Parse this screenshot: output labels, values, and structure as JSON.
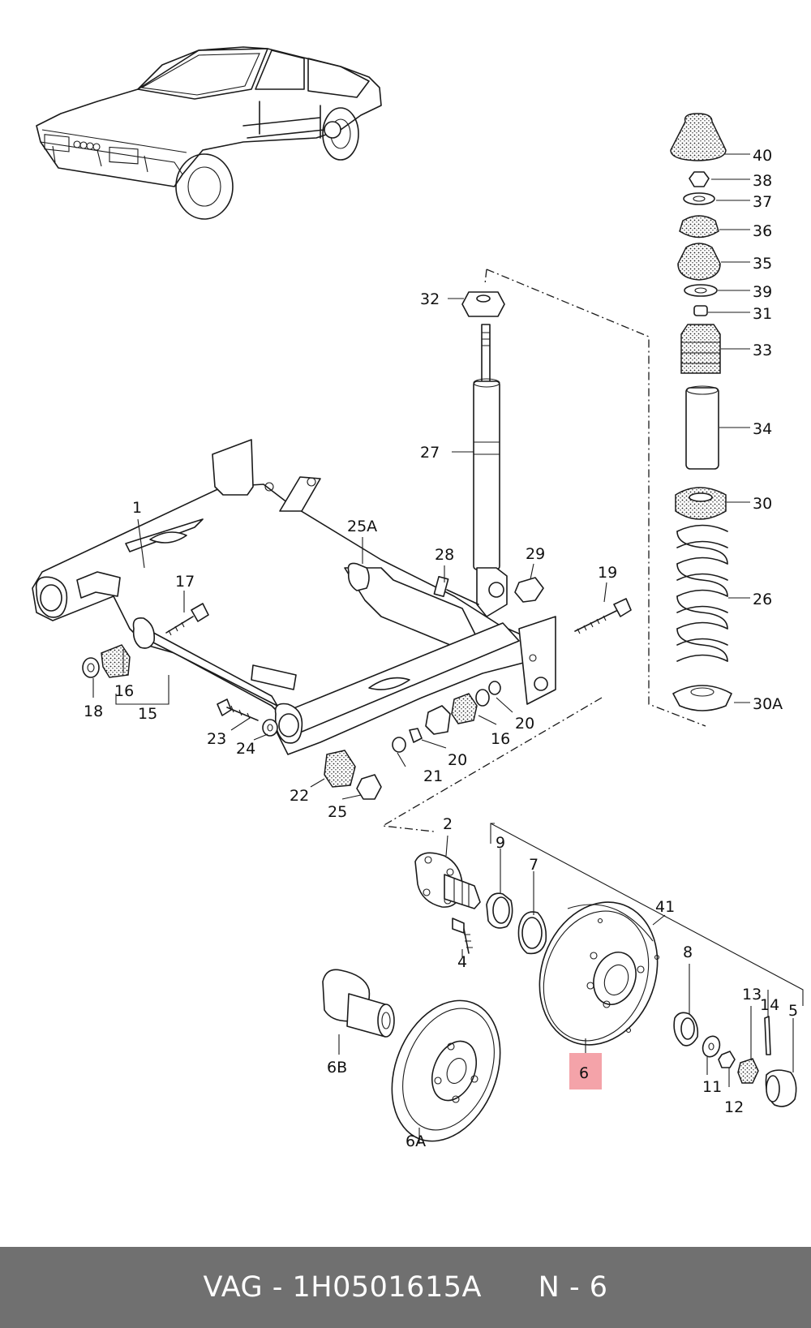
{
  "callouts": [
    {
      "id": "40",
      "label": "40"
    },
    {
      "id": "38",
      "label": "38"
    },
    {
      "id": "37",
      "label": "37"
    },
    {
      "id": "36",
      "label": "36"
    },
    {
      "id": "35",
      "label": "35"
    },
    {
      "id": "39",
      "label": "39"
    },
    {
      "id": "31",
      "label": "31"
    },
    {
      "id": "33",
      "label": "33"
    },
    {
      "id": "34",
      "label": "34"
    },
    {
      "id": "30",
      "label": "30"
    },
    {
      "id": "26",
      "label": "26"
    },
    {
      "id": "30A",
      "label": "30A"
    },
    {
      "id": "32",
      "label": "32"
    },
    {
      "id": "27",
      "label": "27"
    },
    {
      "id": "1",
      "label": "1"
    },
    {
      "id": "25A",
      "label": "25A"
    },
    {
      "id": "28",
      "label": "28"
    },
    {
      "id": "29",
      "label": "29"
    },
    {
      "id": "19",
      "label": "19"
    },
    {
      "id": "17",
      "label": "17"
    },
    {
      "id": "18",
      "label": "18"
    },
    {
      "id": "16a",
      "label": "16"
    },
    {
      "id": "15",
      "label": "15"
    },
    {
      "id": "23",
      "label": "23"
    },
    {
      "id": "24",
      "label": "24"
    },
    {
      "id": "20a",
      "label": "20"
    },
    {
      "id": "16b",
      "label": "16"
    },
    {
      "id": "20b",
      "label": "20"
    },
    {
      "id": "21",
      "label": "21"
    },
    {
      "id": "22",
      "label": "22"
    },
    {
      "id": "25",
      "label": "25"
    },
    {
      "id": "2",
      "label": "2"
    },
    {
      "id": "9",
      "label": "9"
    },
    {
      "id": "7",
      "label": "7"
    },
    {
      "id": "41",
      "label": "41"
    },
    {
      "id": "4",
      "label": "4"
    },
    {
      "id": "8",
      "label": "8"
    },
    {
      "id": "13",
      "label": "13"
    },
    {
      "id": "14",
      "label": "14"
    },
    {
      "id": "5",
      "label": "5"
    },
    {
      "id": "11",
      "label": "11"
    },
    {
      "id": "12",
      "label": "12"
    },
    {
      "id": "6B",
      "label": "6B"
    },
    {
      "id": "6A",
      "label": "6A"
    },
    {
      "id": "6",
      "label": "6",
      "highlighted": true
    }
  ],
  "highlight_color": "#f4a3a9",
  "footer": {
    "text": "VAG - 1H0501615A      N - 6",
    "background": "#707070"
  }
}
